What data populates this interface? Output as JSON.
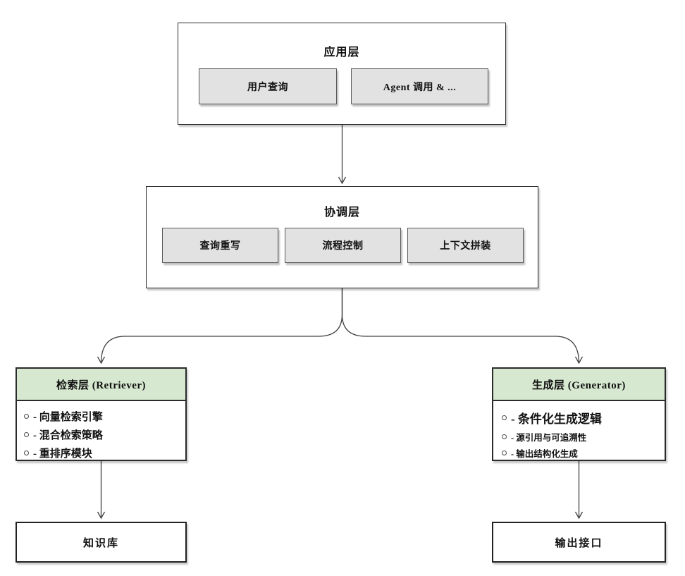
{
  "app_layer": {
    "title": "应用层",
    "modules": [
      "用户查询",
      "Agent 调用 & ..."
    ]
  },
  "coordination_layer": {
    "title": "协调层",
    "modules": [
      "查询重写",
      "流程控制",
      "上下文拼装"
    ]
  },
  "retriever_layer": {
    "title": "检索层 (Retriever)",
    "items": [
      "- 向量检索引擎",
      "- 混合检索策略",
      "- 重排序模块"
    ]
  },
  "generator_layer": {
    "title": "生成层 (Generator)",
    "items": [
      "- 条件化生成逻辑",
      "- 源引用与可追溯性",
      "- 输出结构化生成"
    ]
  },
  "knowledge_base": {
    "label": "知识库"
  },
  "output_interface": {
    "label": "输出接口"
  },
  "colors": {
    "header_green": "#d7e8d0",
    "module_gray": "#e2e2e2",
    "border_dark": "#2b2b2b",
    "arrow": "#404040",
    "background": "#ffffff"
  }
}
